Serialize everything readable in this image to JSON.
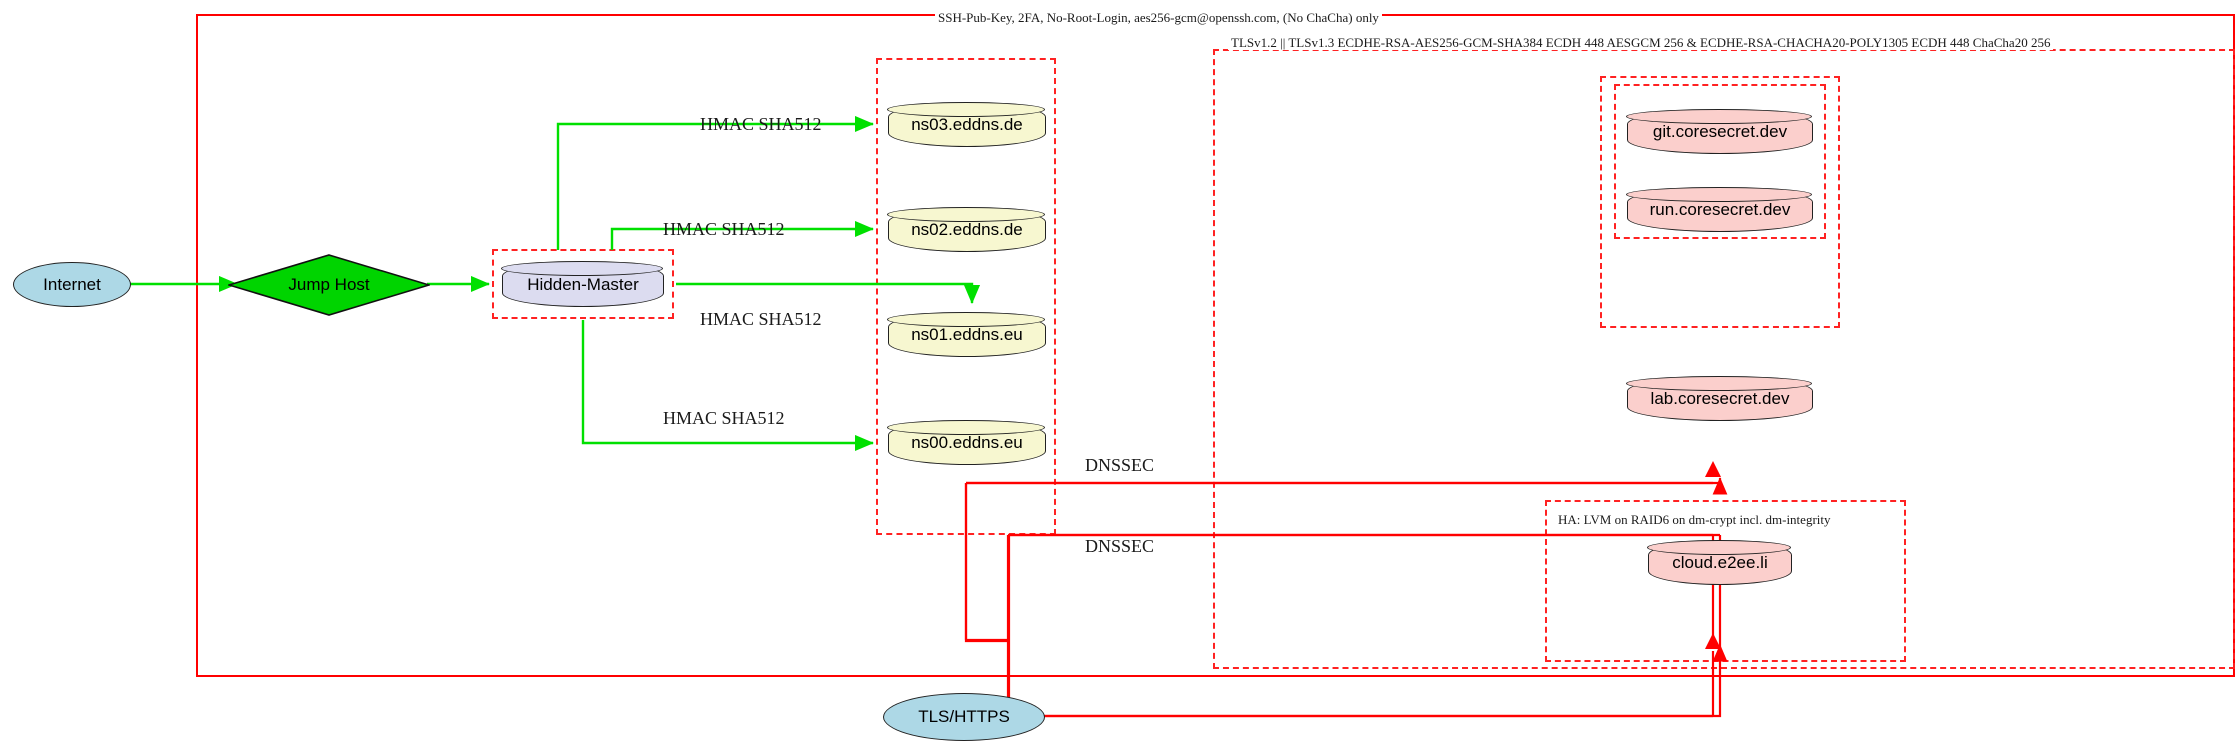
{
  "diagram": {
    "title": "Hidden-Master DNS and TLS service topology",
    "colors": {
      "edge_green": "#00e000",
      "edge_red": "#ff0000",
      "cluster_red": "#ff2222",
      "node_dns_fill": "#f7f7d0",
      "node_service_fill": "#fbcfcc",
      "node_master_fill": "#dcdcf0",
      "node_ellipse_fill": "#add8e6",
      "node_diamond_fill": "#00d400"
    },
    "clusters": [
      {
        "key": "ssh",
        "label": "SSH-Pub-Key, 2FA, No-Root-Login, aes256-gcm@openssh.com, (No ChaCha) only"
      },
      {
        "key": "tls",
        "label": "TLSv1.2 || TLSv1.3 ECDHE-RSA-AES256-GCM-SHA384 ECDH 448 AESGCM 256 & ECDHE-RSA-CHACHA20-POLY1305 ECDH 448 ChaCha20 256"
      },
      {
        "key": "ha",
        "label": "HA: LVM on RAID6 on dm-crypt incl. dm-integrity"
      },
      {
        "key": "ns",
        "label": ""
      },
      {
        "key": "master",
        "label": ""
      },
      {
        "key": "core",
        "label": ""
      },
      {
        "key": "gitrun",
        "label": ""
      }
    ],
    "nodes": {
      "internet": "Internet",
      "jump_host": "Jump Host",
      "hidden_master": "Hidden-Master",
      "ns03": "ns03.eddns.de",
      "ns02": "ns02.eddns.de",
      "ns01": "ns01.eddns.eu",
      "ns00": "ns00.eddns.eu",
      "git": "git.coresecret.dev",
      "run": "run.coresecret.dev",
      "lab": "lab.coresecret.dev",
      "cloud": "cloud.e2ee.li",
      "tls_https": "TLS/HTTPS"
    },
    "edge_labels": {
      "hmac_ns03": "HMAC SHA512",
      "hmac_ns02": "HMAC SHA512",
      "hmac_ns01": "HMAC SHA512",
      "hmac_ns00": "HMAC SHA512",
      "dnssec_1": "DNSSEC",
      "dnssec_2": "DNSSEC"
    }
  }
}
